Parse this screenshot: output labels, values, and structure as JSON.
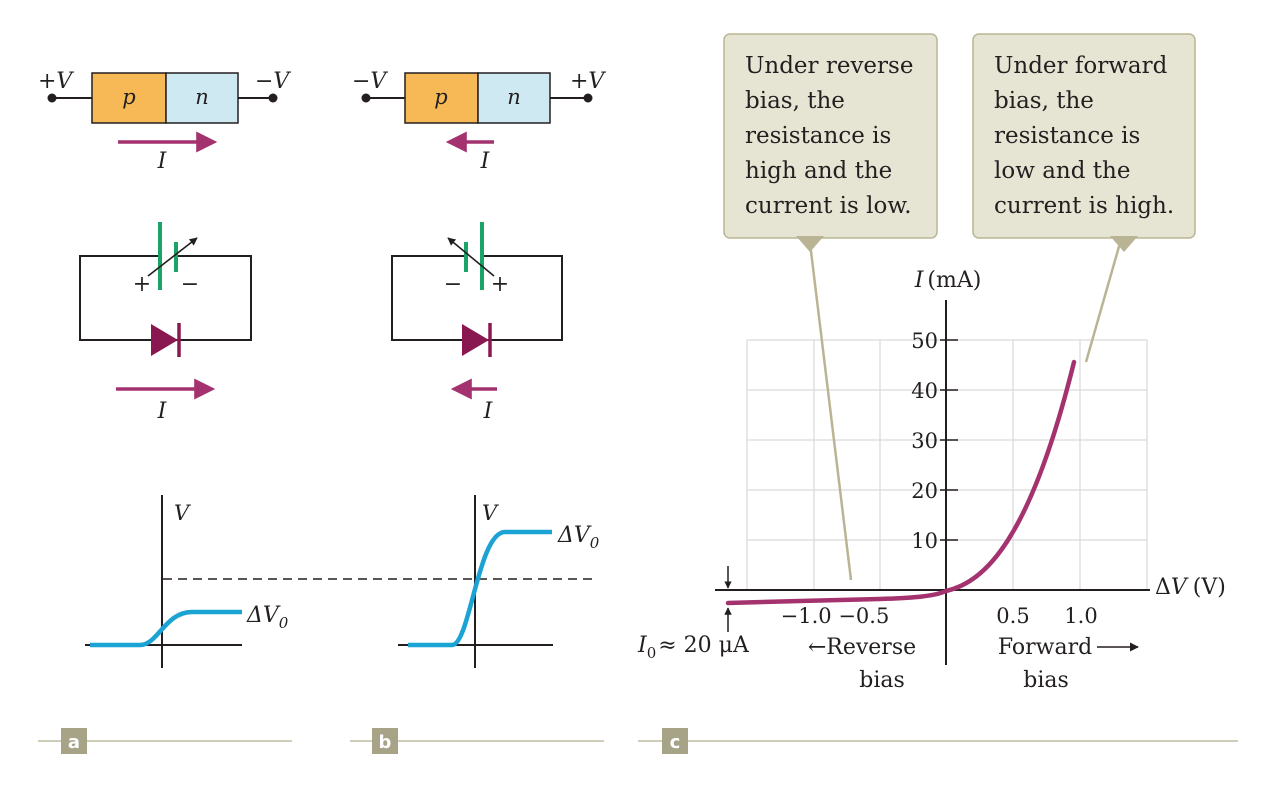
{
  "panel_a": {
    "left_terminal": "+V",
    "right_terminal": "−V",
    "p_label": "p",
    "n_label": "n",
    "current_label": "I",
    "current_label_circuit": "I",
    "battery_plus": "+",
    "battery_minus": "−",
    "graph_axis_label": "V",
    "delta_label": "ΔV",
    "delta_sub": "0",
    "panel_tag": "a"
  },
  "panel_b": {
    "left_terminal": "−V",
    "right_terminal": "+V",
    "p_label": "p",
    "n_label": "n",
    "current_label": "I",
    "current_label_circuit": "I",
    "battery_plus": "+",
    "battery_minus": "−",
    "graph_axis_label": "V",
    "delta_label": "ΔV",
    "delta_sub": "0",
    "panel_tag": "b"
  },
  "panel_c": {
    "panel_tag": "c",
    "callout_reverse": [
      "Under reverse",
      "bias, the",
      "resistance is",
      "high and the",
      "current is low."
    ],
    "callout_forward": [
      "Under forward",
      "bias, the",
      "resistance is",
      "low and the",
      "current is high."
    ],
    "y_axis_label": "I (mA)",
    "x_axis_label": "ΔV (V)",
    "y_ticks": [
      "50",
      "40",
      "30",
      "20",
      "10"
    ],
    "x_ticks_neg": "−1.0 −0.5",
    "x_tick_pos_1": "0.5",
    "x_tick_pos_2": "1.0",
    "reverse_line1": "←Reverse",
    "reverse_line2": "bias",
    "forward_line1": "Forward",
    "forward_line2": "bias",
    "saturation_label": "I",
    "saturation_sub": "0",
    "saturation_value": "≈ 20 μA"
  },
  "colors": {
    "p_region": "#f7b955",
    "n_region": "#cfe9f3",
    "arrow": "#a4326f",
    "diode": "#8a1850",
    "battery": "#1aa467",
    "curve_ab": "#1aa3d3",
    "curve_c": "#a4326f",
    "callout_bg": "#e6e4d3",
    "callout_border": "#b9b594",
    "panel_tag": "#a6a387"
  }
}
